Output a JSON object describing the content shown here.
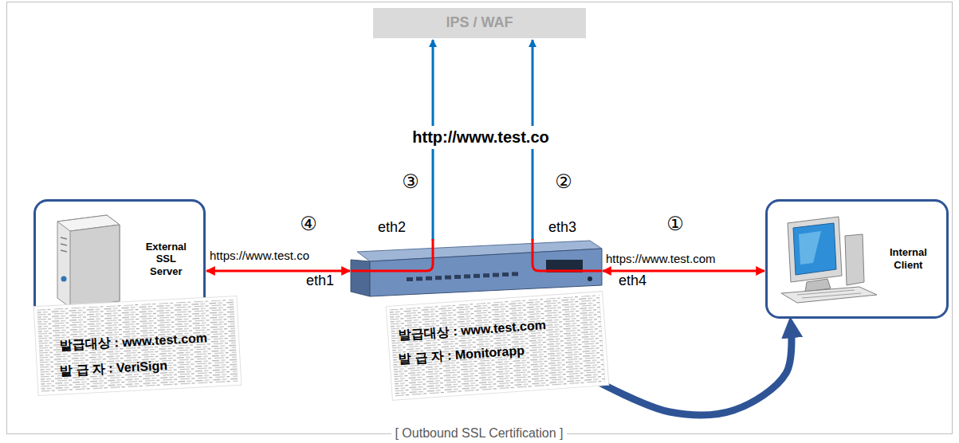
{
  "diagram": {
    "caption": "[ Outbound SSL Certification ]",
    "nodes": [
      {
        "text": [
          "IPS / WAF"
        ]
      },
      {
        "text": [
          "External SSL Server"
        ]
      },
      {
        "text": [
          "발급대상 : www.test.com",
          "발 급 자 : VeriSign"
        ]
      },
      {
        "text": [
          "eth2",
          "eth3",
          "eth1",
          "eth4"
        ]
      },
      {
        "text": [
          "발급대상 : www.test.com",
          "발 급 자 : Monitorapp"
        ]
      },
      {
        "text": [
          "Internal Client"
        ]
      }
    ],
    "edges": [
      {
        "from": 3,
        "to": 0,
        "arrow": "to"
      },
      {
        "from": 3,
        "to": 0,
        "arrow": "to"
      },
      {
        "from": 1,
        "to": 3,
        "label": "https://www.test.co",
        "arrow": "both"
      },
      {
        "from": 3,
        "to": 5,
        "label": "https://www.test.com",
        "arrow": "both"
      },
      {
        "from": 4,
        "to": 5,
        "arrow": "to"
      }
    ],
    "labels": [
      "http://www.test.co",
      "③",
      "②",
      "④",
      "①"
    ]
  }
}
